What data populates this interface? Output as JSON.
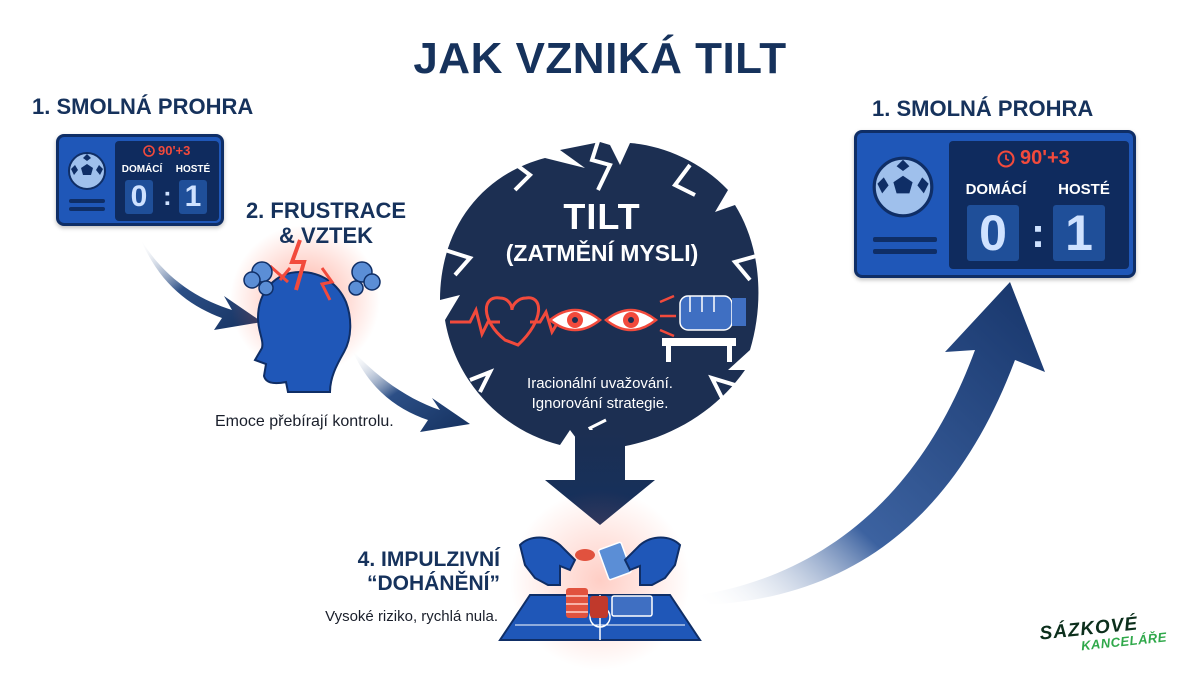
{
  "title": "JAK VZNIKÁ TILT",
  "steps": {
    "step1_left": "1. SMOLNÁ PROHRA",
    "step2_line1": "2. FRUSTRACE",
    "step2_line2": "& VZTEK",
    "step2_caption": "Emoce přebírají kontrolu.",
    "tilt_line1": "TILT",
    "tilt_line2": "(ZATMĚNÍ MYSLI)",
    "tilt_desc_line1": "Iracionální uvažování.",
    "tilt_desc_line2": "Ignorování strategie.",
    "step4_line1": "4. IMPULZIVNÍ",
    "step4_line2": "“DOHÁNĚNÍ”",
    "step4_caption": "Vysoké riziko, rychlá nula.",
    "step1_right": "1. SMOLNÁ PROHRA"
  },
  "scoreboard": {
    "time": "90'+3",
    "home_label": "DOMÁCÍ",
    "away_label": "HOSTÉ",
    "home_score": "0",
    "away_score": "1",
    "separator": ":"
  },
  "icons": [
    "soccer-ball-icon",
    "clock-icon",
    "angry-head-icon",
    "heart-icon",
    "eye-icon",
    "fist-icon",
    "hands-icon",
    "chips-icon",
    "cash-icon",
    "arrow-icon"
  ],
  "logo": {
    "line1": "SÁZKOVÉ",
    "line2": "KANCELÁŘE"
  },
  "colors": {
    "navy": "#16325c",
    "circle": "#1c2f52",
    "scoreboard_blue": "#1f57b8",
    "alert_red": "#f24a3c",
    "logo_green": "#2fa84a"
  }
}
